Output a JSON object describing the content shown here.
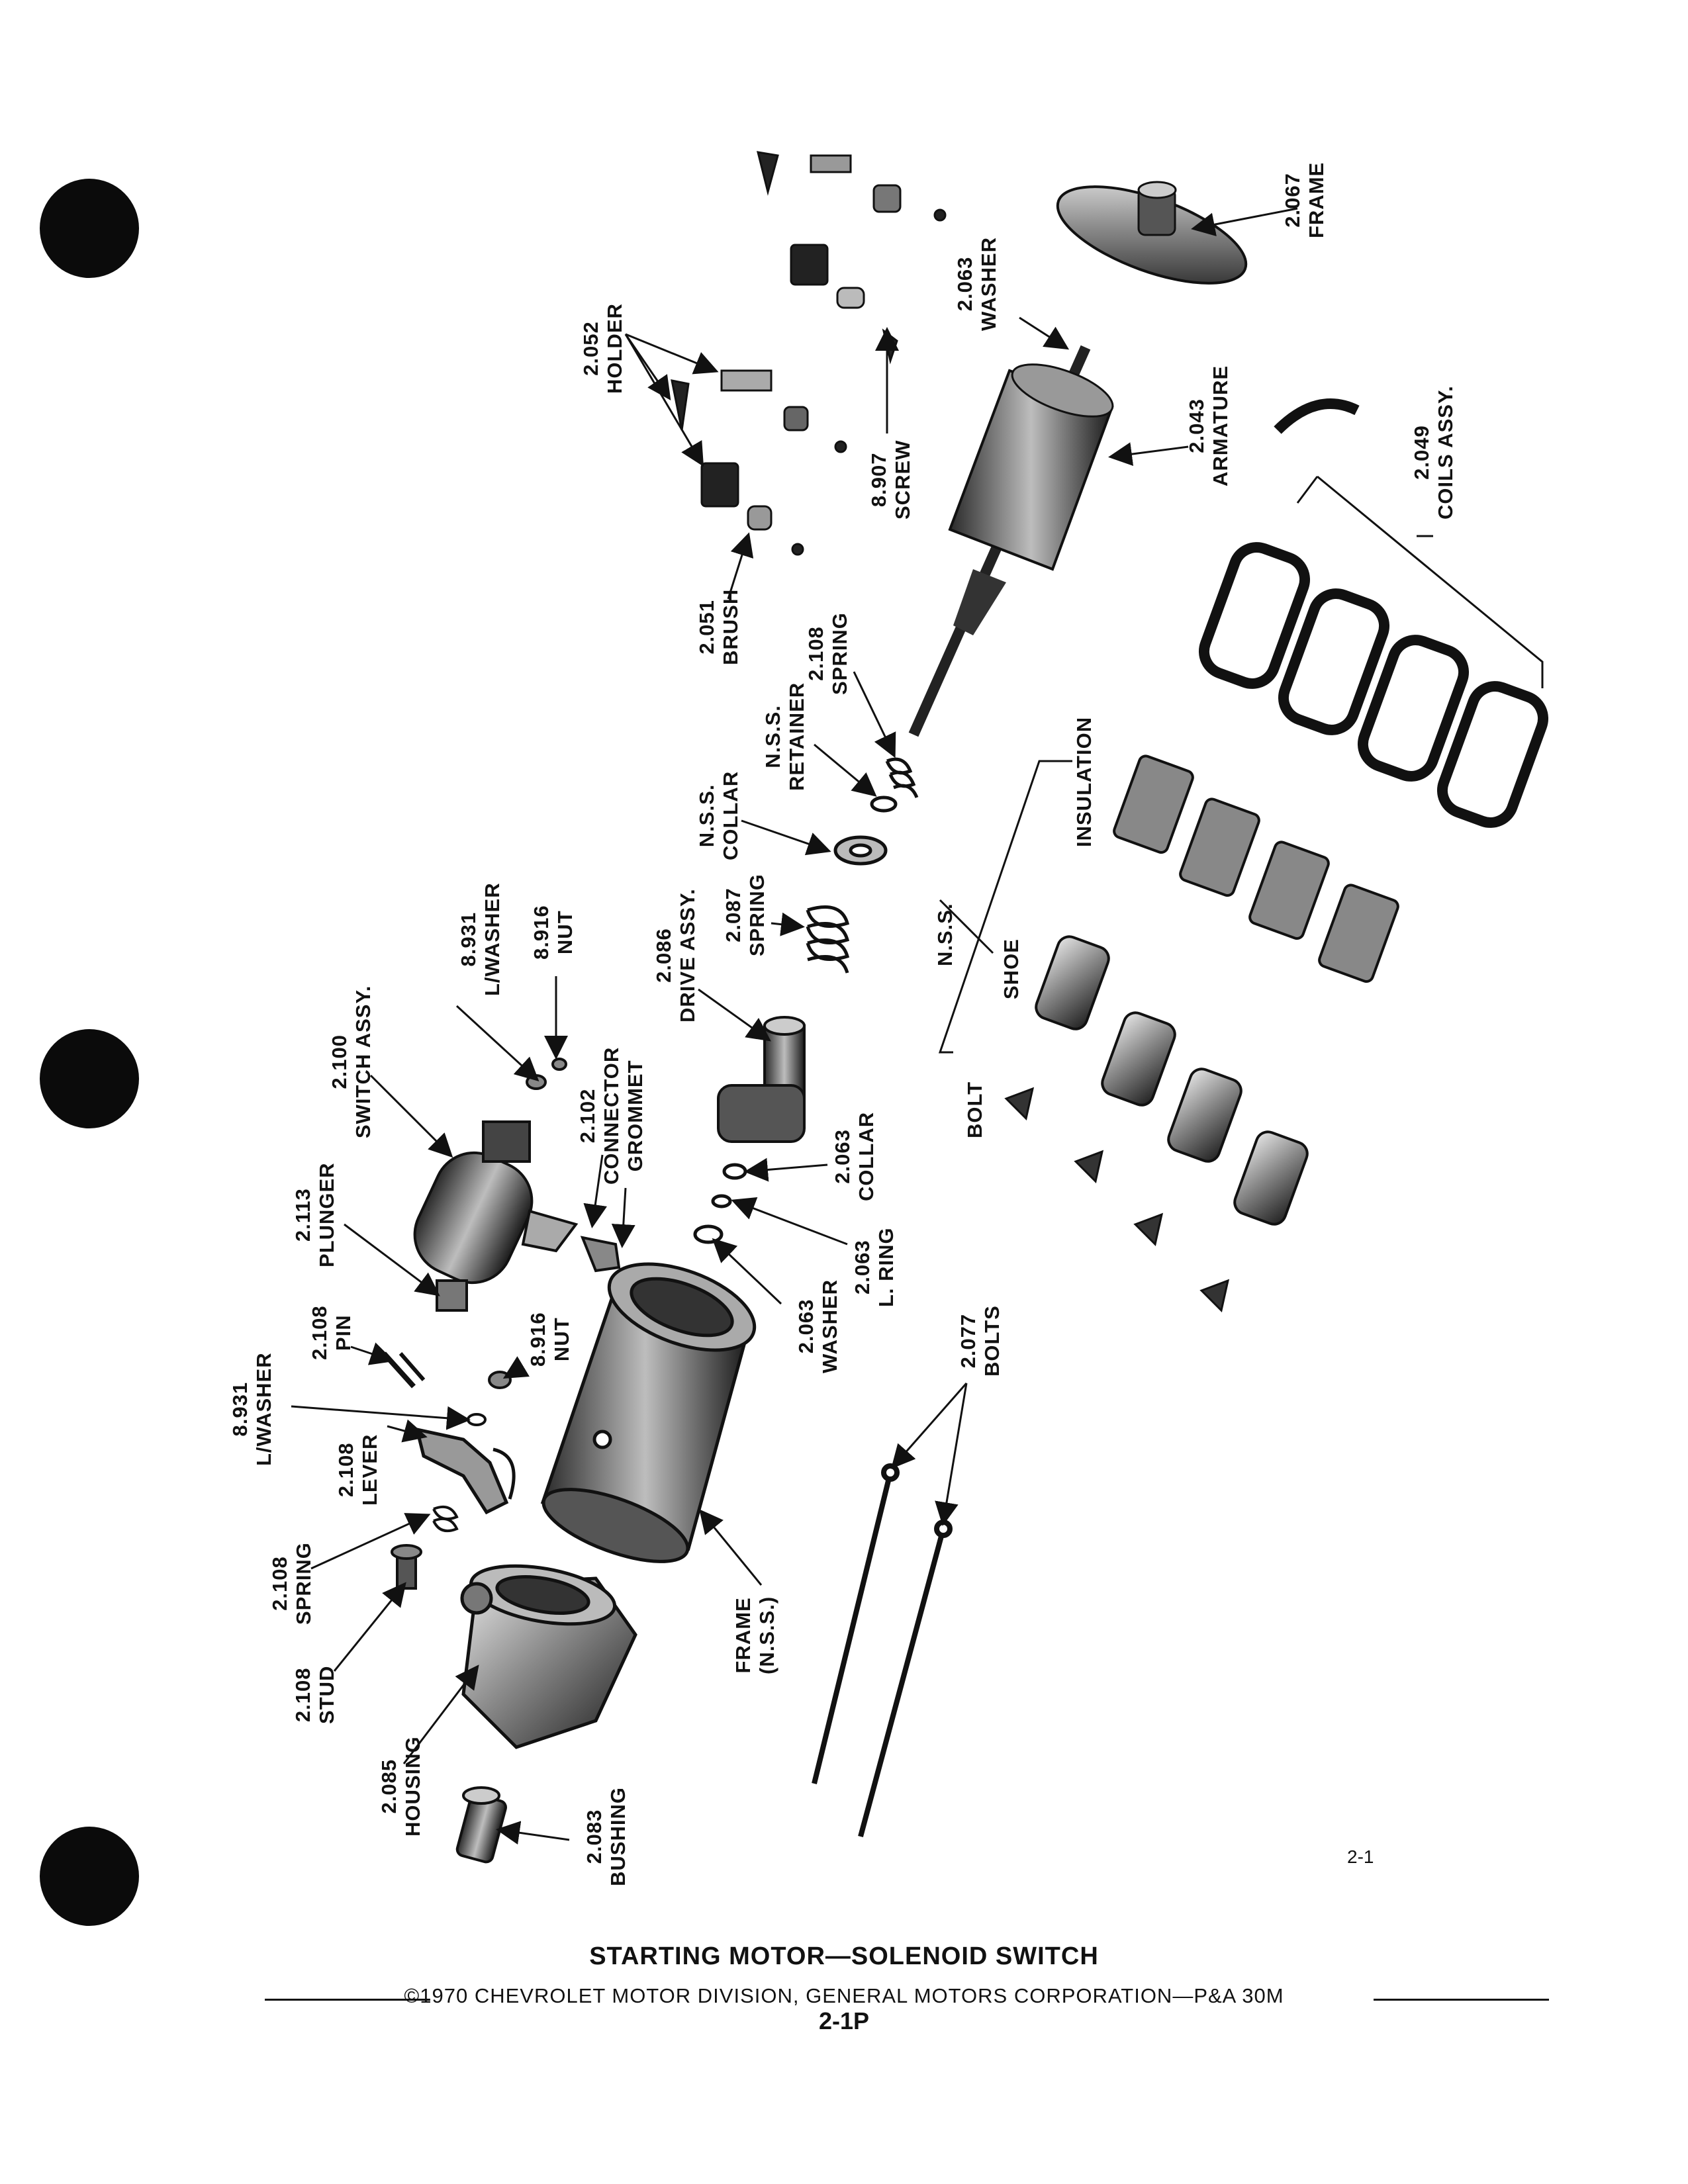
{
  "labels": {
    "frame_end": {
      "num": "2.067",
      "name": "FRAME"
    },
    "holder": {
      "num": "2.052",
      "name": "HOLDER"
    },
    "washer_top": {
      "num": "2.063",
      "name": "WASHER"
    },
    "screw": {
      "num": "8.907",
      "name": "SCREW"
    },
    "armature": {
      "num": "2.043",
      "name": "ARMATURE"
    },
    "coils": {
      "num": "2.049",
      "name": "COILS ASSY."
    },
    "brush": {
      "num": "2.051",
      "name": "BRUSH"
    },
    "spring_top": {
      "num": "2.108",
      "name": "SPRING"
    },
    "retainer": {
      "num": "N.S.S.",
      "name": "RETAINER"
    },
    "collar_nss": {
      "num": "N.S.S.",
      "name": "COLLAR"
    },
    "insulation": {
      "name": "INSULATION"
    },
    "spring_drive": {
      "num": "2.087",
      "name": "SPRING"
    },
    "nss_shoe": {
      "num": "N.S.S.",
      "name": "SHOE"
    },
    "drive": {
      "num": "2.086",
      "name": "DRIVE ASSY."
    },
    "bolt": {
      "name": "BOLT"
    },
    "lwasher_top": {
      "num": "8.931",
      "name": "L/WASHER"
    },
    "nut_top": {
      "num": "8.916",
      "name": "NUT"
    },
    "switch": {
      "num": "2.100",
      "name": "SWITCH ASSY."
    },
    "connector": {
      "num": "2.102",
      "name1": "CONNECTOR",
      "name2": "GROMMET"
    },
    "collar_063": {
      "num": "2.063",
      "name": "COLLAR"
    },
    "plunger": {
      "num": "2.113",
      "name": "PLUNGER"
    },
    "lring": {
      "num": "2.063",
      "name": "L. RING"
    },
    "pin": {
      "num": "2.108",
      "name": "PIN"
    },
    "nut_bottom": {
      "num": "8.916",
      "name": "NUT"
    },
    "washer_bottom": {
      "num": "2.063",
      "name": "WASHER"
    },
    "bolts": {
      "num": "2.077",
      "name": "BOLTS"
    },
    "lwasher_bottom": {
      "num": "8.931",
      "name": "L/WASHER"
    },
    "lever": {
      "num": "2.108",
      "name": "LEVER"
    },
    "spring_bottom": {
      "num": "2.108",
      "name": "SPRING"
    },
    "frame_nss": {
      "num": "FRAME",
      "name": "(N.S.S.)"
    },
    "stud": {
      "num": "2.108",
      "name": "STUD"
    },
    "housing": {
      "num": "2.085",
      "name": "HOUSING"
    },
    "bushing": {
      "num": "2.083",
      "name": "BUSHING"
    }
  },
  "page_ref": "2-1",
  "footer": {
    "title": "STARTING MOTOR—SOLENOID SWITCH",
    "copyright": "©1970 CHEVROLET MOTOR DIVISION, GENERAL MOTORS CORPORATION—P&A 30M",
    "page_number": "2-1P"
  }
}
